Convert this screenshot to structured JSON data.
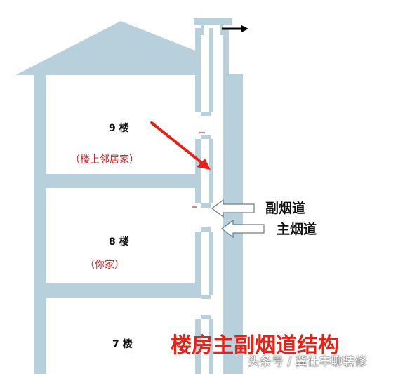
{
  "colors": {
    "structure": "#b8cfdc",
    "text": "#111111",
    "accent": "#e2231a",
    "arrow": "#ffffff"
  },
  "floors": [
    {
      "id": "f9",
      "label": "9 楼",
      "note": "（楼上邻居家）"
    },
    {
      "id": "f8",
      "label": "8 楼",
      "note": "（你家）"
    },
    {
      "id": "f7",
      "label": "7 楼",
      "note": ""
    }
  ],
  "flues": {
    "secondary": "副烟道",
    "main": "主烟道"
  },
  "title": "楼房主副烟道结构",
  "watermark": "头条号 / 冀仕丰聊装修"
}
